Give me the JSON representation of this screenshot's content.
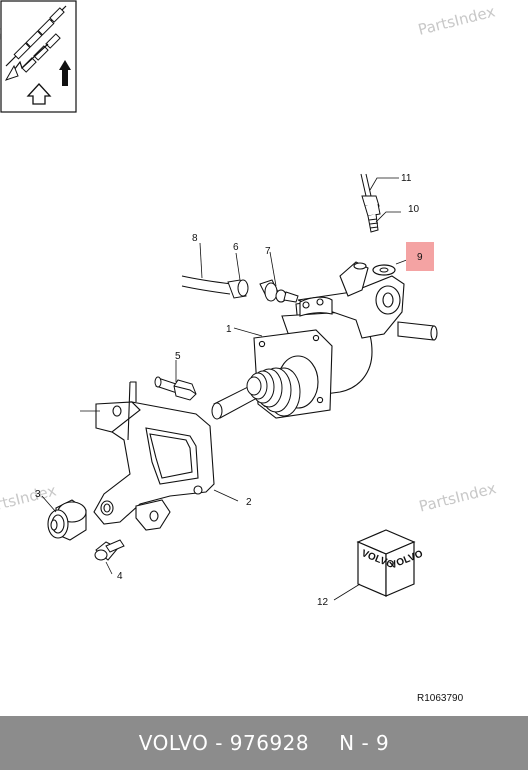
{
  "watermark": "PartsIndex",
  "callouts": [
    {
      "id": "c1",
      "text": "1"
    },
    {
      "id": "c2",
      "text": "2"
    },
    {
      "id": "c3",
      "text": "3"
    },
    {
      "id": "c4",
      "text": "4"
    },
    {
      "id": "c5",
      "text": "5"
    },
    {
      "id": "c6",
      "text": "6"
    },
    {
      "id": "c7",
      "text": "7"
    },
    {
      "id": "c8",
      "text": "8"
    },
    {
      "id": "c9",
      "text": "9",
      "highlighted": true
    },
    {
      "id": "c10",
      "text": "10"
    },
    {
      "id": "c11",
      "text": "11"
    },
    {
      "id": "c12",
      "text": "12"
    }
  ],
  "box_text": "VOLVO",
  "highlight_color": "#f4a3a3",
  "reference_code": "R1063790",
  "footer": {
    "brand_part": "VOLVO - 976928",
    "position": "N - 9"
  }
}
